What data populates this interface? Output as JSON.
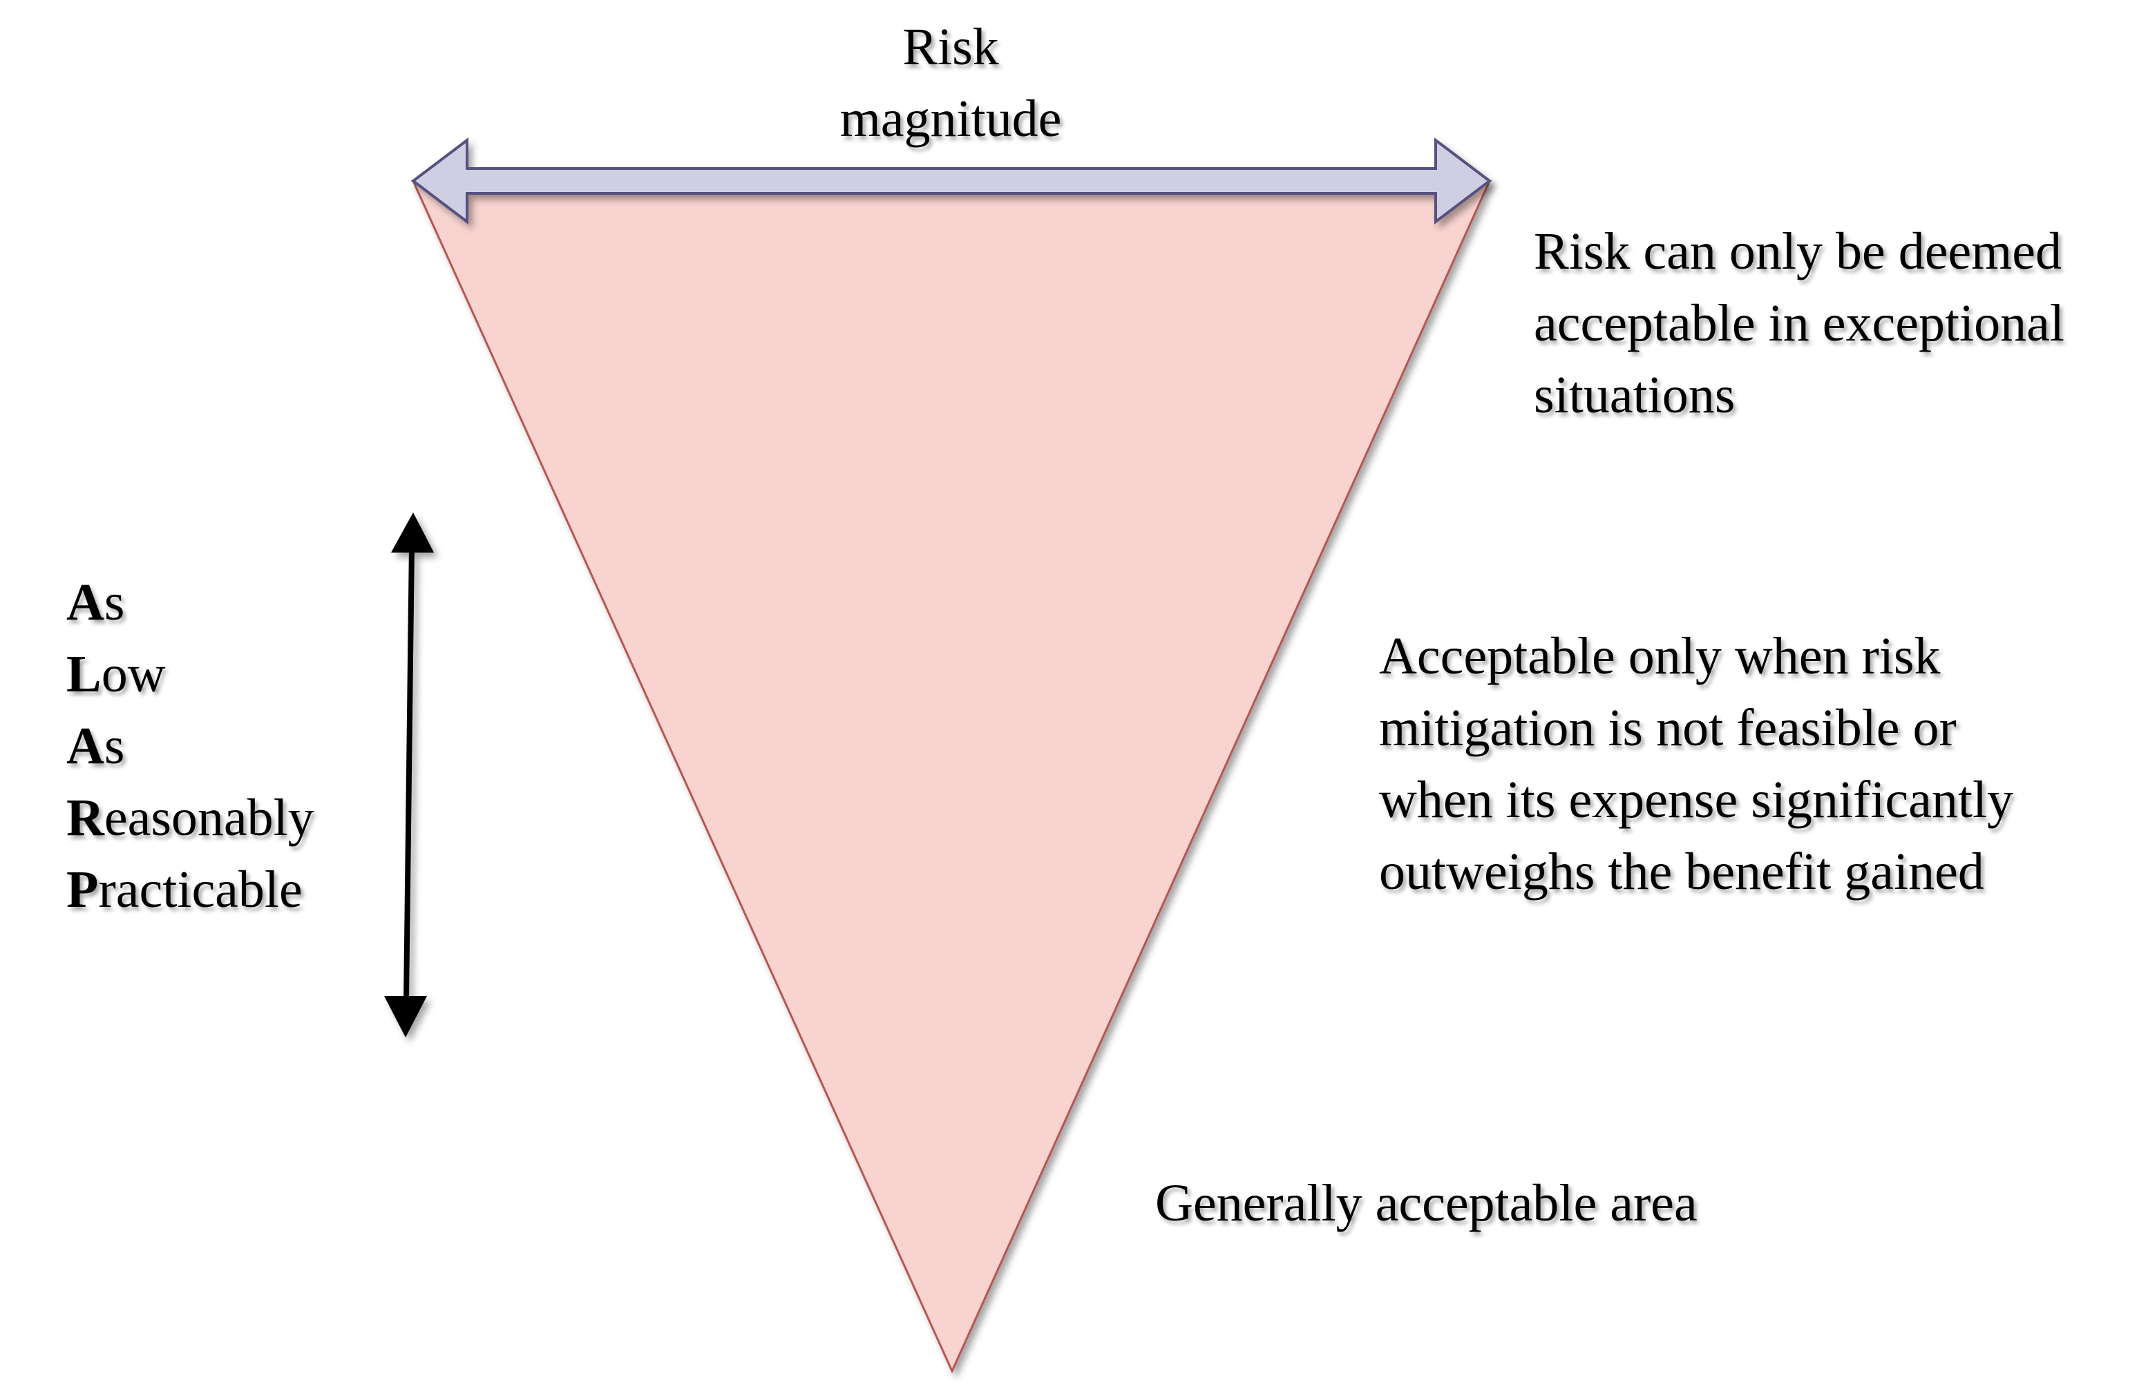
{
  "diagram": {
    "title_lines": [
      "Risk",
      "magnitude"
    ],
    "top_note_lines": [
      "Risk can only be deemed",
      "acceptable in exceptional",
      "situations"
    ],
    "middle_note_lines": [
      "Acceptable only when risk",
      "mitigation is not feasible or",
      "when its expense significantly",
      "outweighs the benefit gained"
    ],
    "bottom_note": "Generally acceptable area",
    "acronym_rows": [
      {
        "initial": "A",
        "rest": "s"
      },
      {
        "initial": "L",
        "rest": "ow"
      },
      {
        "initial": "A",
        "rest": "s"
      },
      {
        "initial": "R",
        "rest": "easonably"
      },
      {
        "initial": "P",
        "rest": "racticable"
      }
    ]
  },
  "colors": {
    "triangle_fill": "#f8d3cf",
    "triangle_stroke": "#b85450",
    "magnitude_arrow_fill": "#d0cee2",
    "magnitude_arrow_stroke": "#56517e",
    "line_color": "#000000"
  },
  "icons": {
    "magnitude_arrow": "double-headed-horizontal-arrow",
    "alarp_arrow": "double-headed-vertical-arrow"
  }
}
